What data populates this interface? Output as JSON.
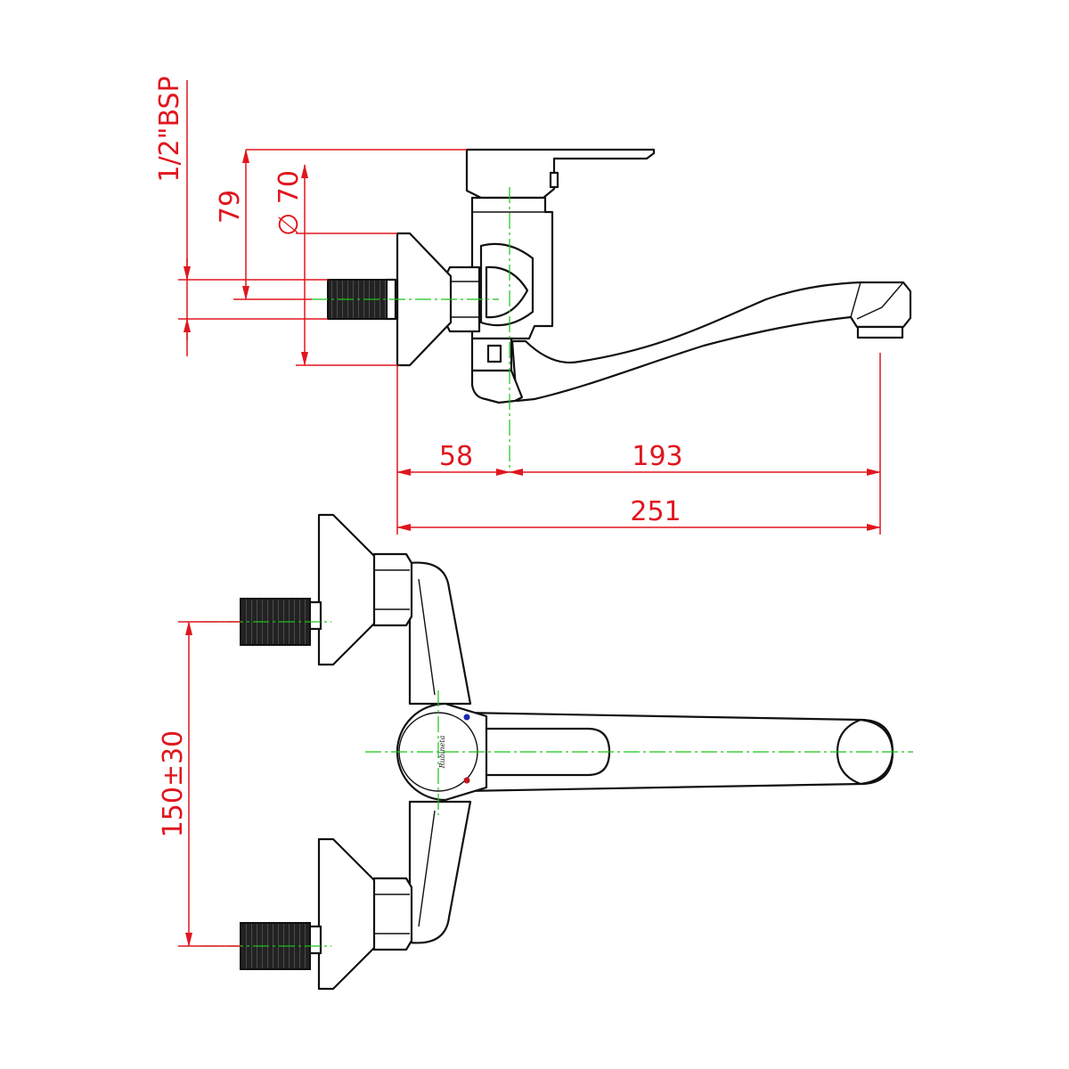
{
  "colors": {
    "dimension": "#e0161e",
    "centerline": "#19c319",
    "outline": "#111111",
    "thread": "#222222",
    "hot_dot": "#c0141c",
    "cold_dot": "#1b2bb0"
  },
  "dimensions": {
    "thread_size": "1/2\"BSP",
    "flange_height": "79",
    "flange_diameter": "∅ 70",
    "wall_to_axis": "58",
    "axis_to_outlet": "193",
    "total_reach": "251",
    "inlet_spacing": "150±30"
  },
  "logo_text": "Rubineta"
}
